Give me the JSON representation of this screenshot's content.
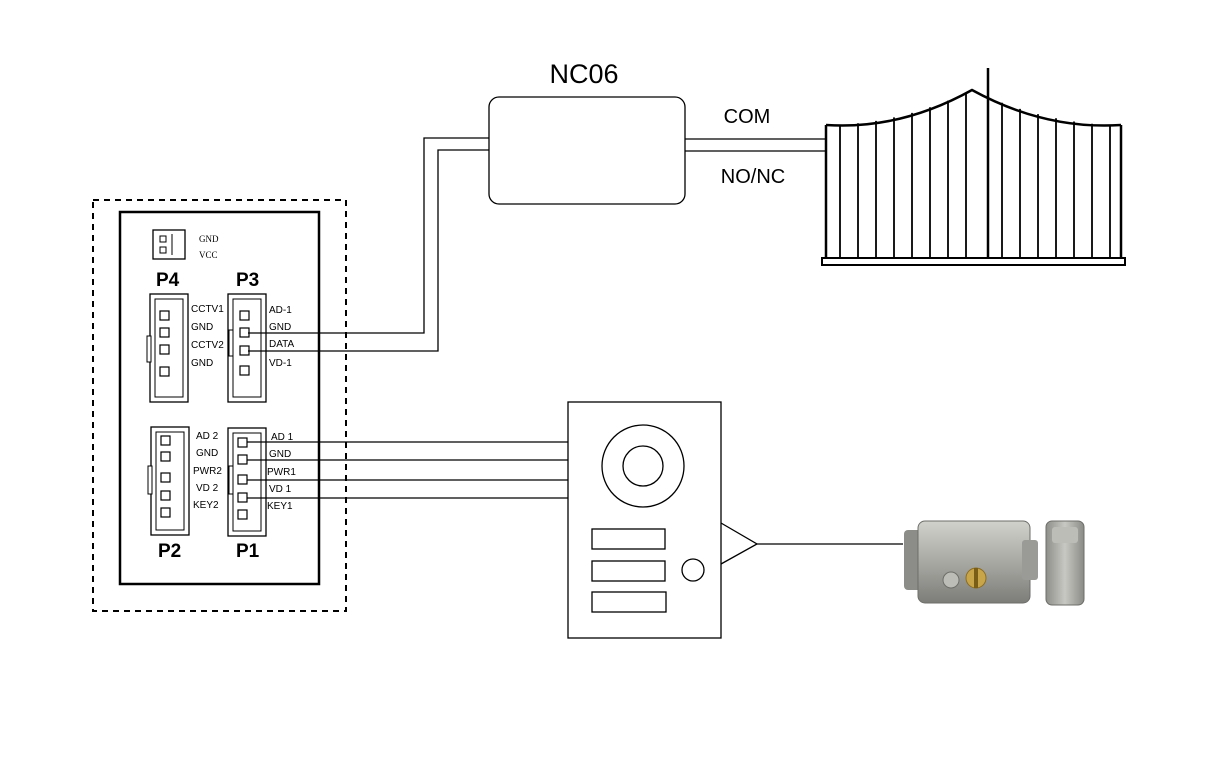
{
  "module": {
    "title": "NC06",
    "com_label": "COM",
    "nonc_label": "NO/NC"
  },
  "monitor": {
    "power_pins": [
      "GND",
      "VCC"
    ],
    "P4": {
      "name": "P4",
      "pins": [
        "CCTV1",
        "GND",
        "CCTV2",
        "GND"
      ]
    },
    "P3": {
      "name": "P3",
      "pins": [
        "AD-1",
        "GND",
        "DATA",
        "VD-1"
      ]
    },
    "P2": {
      "name": "P2",
      "pins": [
        "AD 2",
        "GND",
        "PWR2",
        "VD 2",
        "KEY2"
      ]
    },
    "P1": {
      "name": "P1",
      "pins": [
        "AD 1",
        "GND",
        "PWR1",
        "VD 1",
        "KEY1"
      ]
    }
  },
  "icons": {
    "gate": "gate-icon",
    "door_station": "door-station-icon",
    "lock": "electric-lock-icon"
  },
  "colors": {
    "line": "#000000",
    "lock_metal": "#a9a9a4",
    "lock_brass": "#c9a54a"
  }
}
